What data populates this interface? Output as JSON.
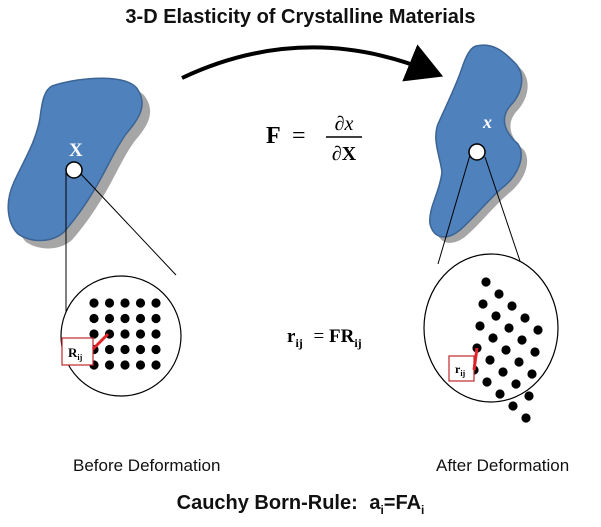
{
  "title": "3-D Elasticity of Crystalline Materials",
  "equation": {
    "lhs": "F",
    "numerator": "∂x",
    "denominator": "∂X"
  },
  "mapping": {
    "r": "r",
    "r_sub": "ij",
    "rhs": "FR",
    "rhs_sub": "ij"
  },
  "before": {
    "point_label": "X",
    "vector_label": "R",
    "vector_sub": "ij",
    "caption": "Before Deformation"
  },
  "after": {
    "point_label": "x",
    "vector_label": "r",
    "vector_sub": "ij",
    "caption": "After Deformation"
  },
  "rule": {
    "name": "Cauchy Born-Rule:",
    "a": "a",
    "a_sub": "i",
    "eq": "=FA",
    "A_sub": "i"
  },
  "colors": {
    "body_fill": "#4f81bd",
    "body_shadow": "#a6a6a6",
    "vector": "#e0242a",
    "box": "#c0272d"
  }
}
